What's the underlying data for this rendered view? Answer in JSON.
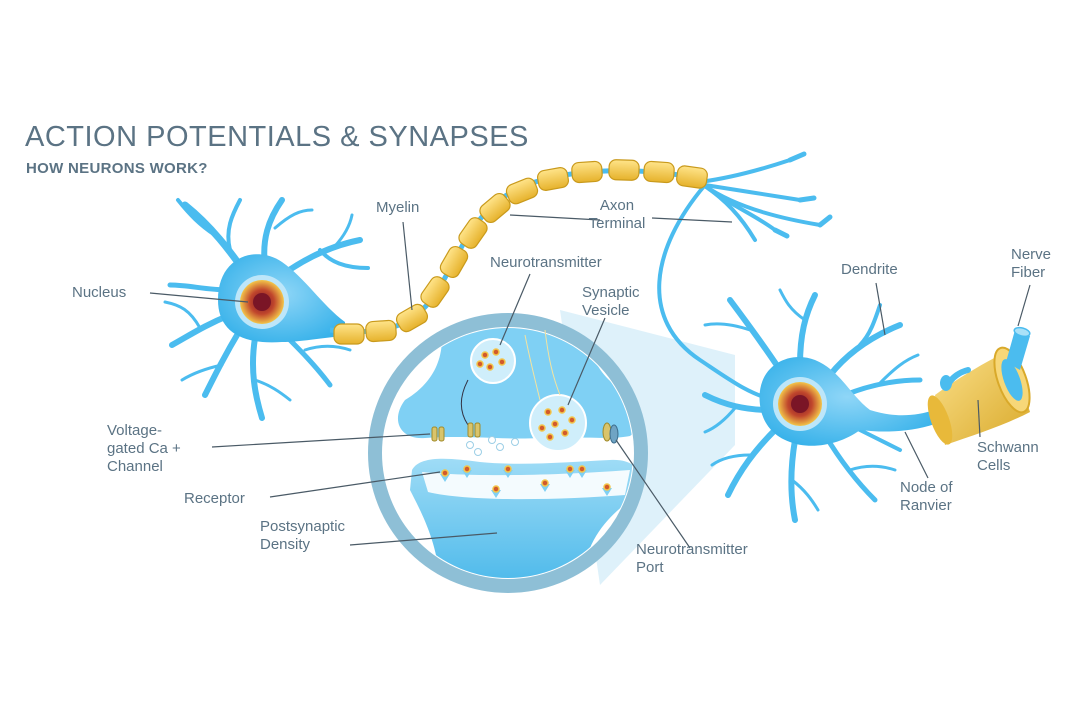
{
  "title": "ACTION POTENTIALS & SYNAPSES",
  "subtitle": "HOW NEURONS WORK?",
  "colors": {
    "text": "#5b7384",
    "neuron": "#4bbcef",
    "neuron_light": "#8fd6f7",
    "myelin": "#f2c53d",
    "myelin_dark": "#c99a1c",
    "nucleus": "#8a1f2d",
    "lens_ring": "#8ebfd6",
    "leader": "#4a5a66"
  },
  "labels": {
    "nucleus": "Nucleus",
    "myelin": "Myelin",
    "axon_terminal": [
      "Axon",
      "Terminal"
    ],
    "neurotransmitter": "Neurotransmitter",
    "synaptic_vesicle": [
      "Synaptic",
      "Vesicle"
    ],
    "dendrite": "Dendrite",
    "nerve_fiber": [
      "Nerve",
      "Fiber"
    ],
    "voltage_gated": [
      "Voltage-",
      "gated Ca +",
      "Channel"
    ],
    "receptor": "Receptor",
    "postsynaptic_density": [
      "Postsynaptic",
      "Density"
    ],
    "neurotransmitter_port": [
      "Neurotransmitter",
      "Port"
    ],
    "schwann_cells": [
      "Schwann",
      "Cells"
    ],
    "node_of_ranvier": [
      "Node of",
      "Ranvier"
    ]
  }
}
